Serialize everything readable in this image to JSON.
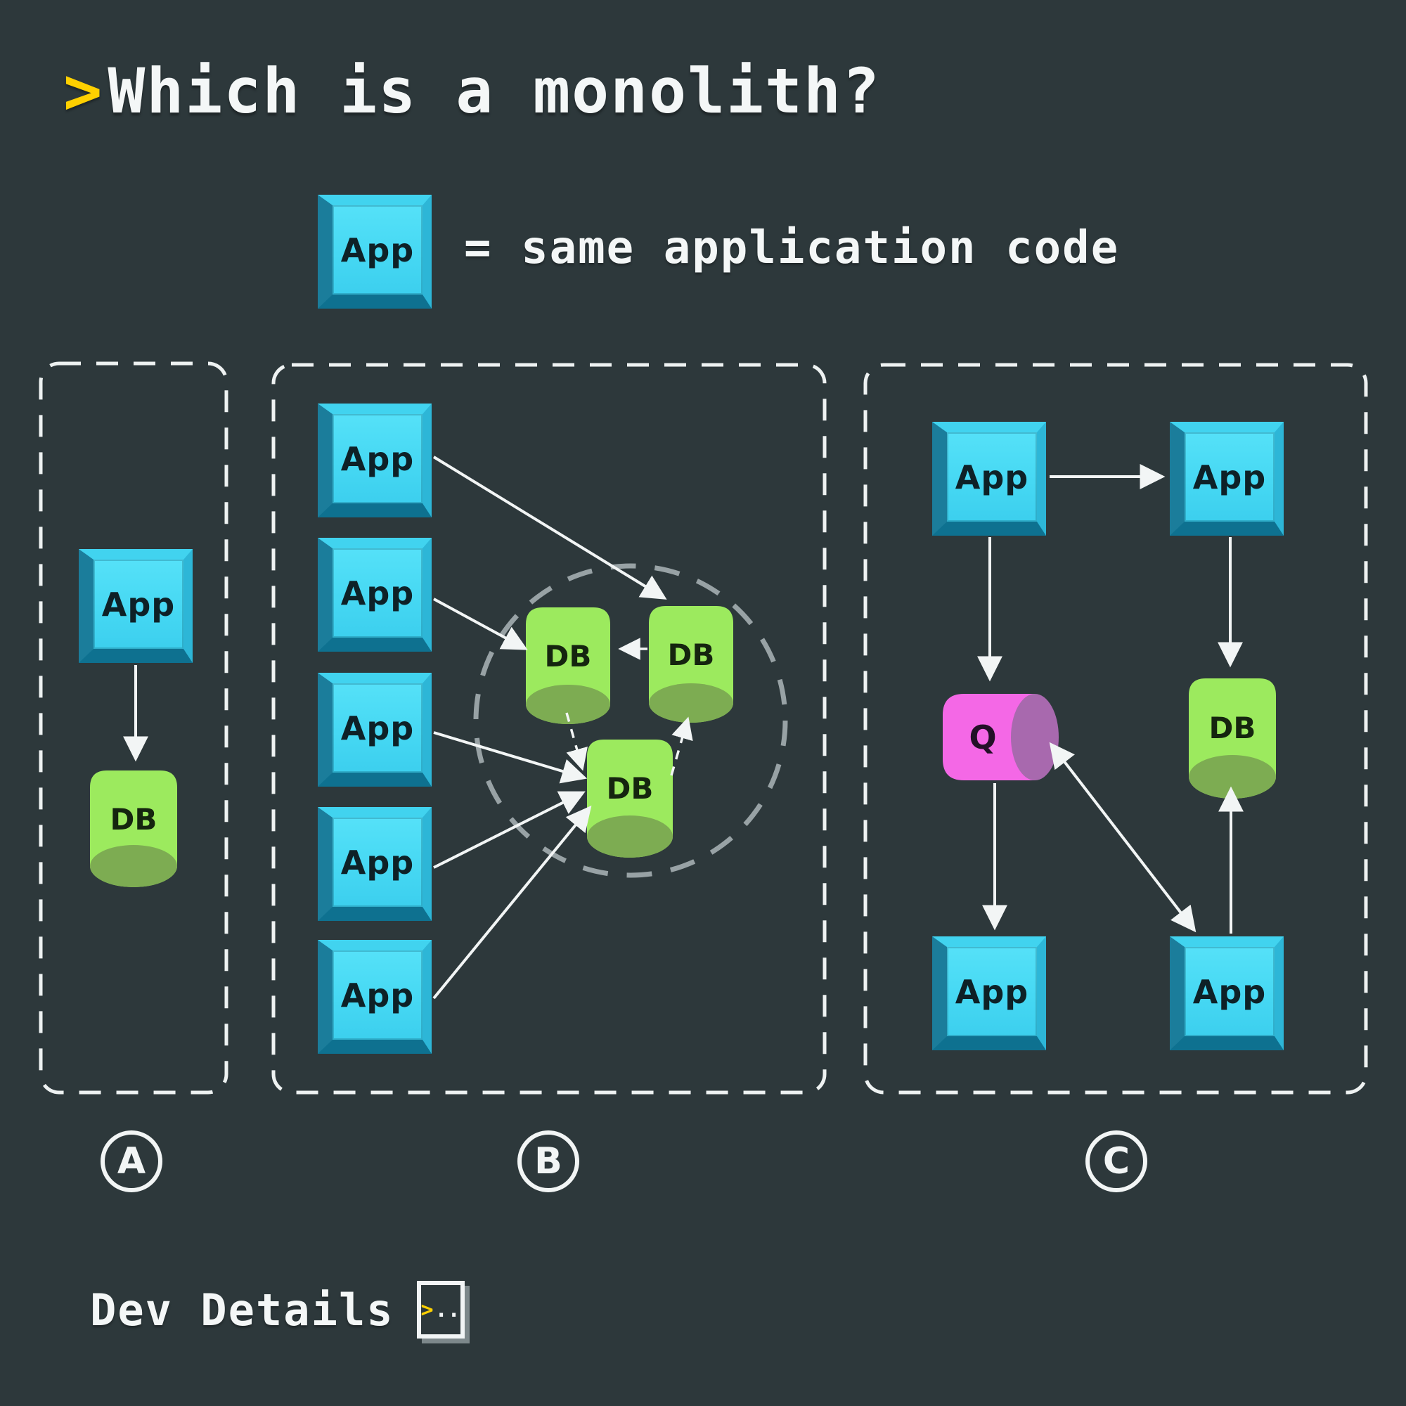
{
  "title": {
    "prompt": ">",
    "text": "Which is a monolith?"
  },
  "legend": {
    "box_label": "App",
    "description": "= same application code"
  },
  "node_labels": {
    "app": "App",
    "db": "DB",
    "queue": "Q"
  },
  "panel_labels": {
    "a": "A",
    "b": "B",
    "c": "C"
  },
  "footer": {
    "link_text": "Dev Details",
    "icon_prompt": ">",
    "icon_dots": ".."
  },
  "colors": {
    "background": "#2d383b",
    "app_face": "#46d8f3",
    "app_bevel_dark": "#15789a",
    "db_body": "#9cea5e",
    "db_cap": "#7dac52",
    "queue_body": "#f468e6",
    "queue_cap": "#a869ae",
    "accent_yellow": "#ffd000",
    "line_white": "#f2f5f5",
    "circle_gray": "#98a2a5"
  }
}
